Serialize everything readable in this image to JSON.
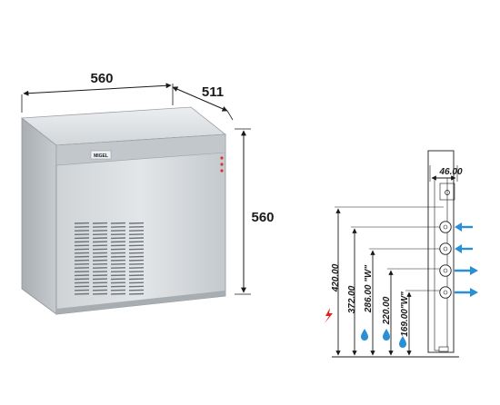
{
  "machine": {
    "brand_label": "MIGEL",
    "width_label": "560",
    "depth_label": "511",
    "height_label": "560"
  },
  "connections": {
    "top_offset_label": "46.00",
    "vertical_dims": [
      {
        "label": "420.00",
        "icon": "electric-bolt-icon",
        "color": "#e02020"
      },
      {
        "label": "372.00",
        "icon": "water-drop-icon",
        "color": "#2a8fd4"
      },
      {
        "label": "286.00 \"W\"",
        "icon": "water-drop-icon",
        "color": "#2a8fd4"
      },
      {
        "label": "220.00",
        "icon": "water-drop-icon",
        "color": "#2a8fd4"
      },
      {
        "label": "169.00\"W\"",
        "icon": "water-drop-icon",
        "color": "#2a8fd4"
      }
    ],
    "arrows": [
      {
        "direction": "in",
        "color": "#2a8fd4"
      },
      {
        "direction": "in",
        "color": "#2a8fd4"
      },
      {
        "direction": "out",
        "color": "#2a8fd4"
      },
      {
        "direction": "out",
        "color": "#2a8fd4"
      }
    ]
  },
  "colors": {
    "steel_light": "#d9dde0",
    "steel_mid": "#b9bec3",
    "steel_dark": "#8f959b",
    "line": "#1a1a1a",
    "water_blue": "#2a8fd4",
    "electric_red": "#e02020"
  }
}
